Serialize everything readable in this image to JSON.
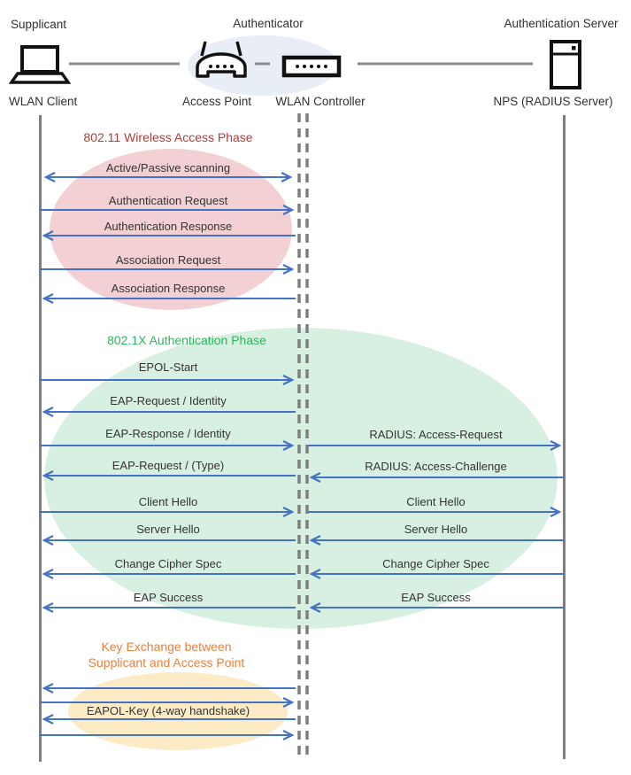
{
  "colors": {
    "arrow_blue": "#4472C4",
    "lifeline_gray": "#7F7F7F",
    "connector_gray": "#8C8C8C",
    "phase1_title": "#B43B38",
    "phase1_ellipse": "#F3D0D4",
    "phase2_title": "#2FB45F",
    "phase2_ellipse": "#D8F0E1",
    "phase3_title": "#E8813E",
    "phase3_ellipse": "#FDEBC5",
    "authenticator_ellipse": "#E9EDF6"
  },
  "actors": {
    "supplicant_role": "Supplicant",
    "supplicant_device": "WLAN Client",
    "authenticator_role": "Authenticator",
    "access_point": "Access Point",
    "wlan_controller": "WLAN Controller",
    "server_role": "Authentication Server",
    "server_device": "NPS (RADIUS Server)"
  },
  "phases": {
    "p1_title": "802.11 Wireless Access Phase",
    "p2_title": "802.1X Authentication Phase",
    "p3_title_line1": "Key Exchange between",
    "p3_title_line2": "Supplicant and Access Point"
  },
  "messages_left": [
    {
      "label": "Active/Passive scanning",
      "direction": "both"
    },
    {
      "label": "Authentication Request",
      "direction": "right"
    },
    {
      "label": "Authentication Response",
      "direction": "left"
    },
    {
      "label": "Association Request",
      "direction": "right"
    },
    {
      "label": "Association Response",
      "direction": "left"
    },
    {
      "label": "EPOL-Start",
      "direction": "right"
    },
    {
      "label": "EAP-Request / Identity",
      "direction": "left"
    },
    {
      "label": "EAP-Response / Identity",
      "direction": "right"
    },
    {
      "label": "EAP-Request / (Type)",
      "direction": "left"
    },
    {
      "label": "Client Hello",
      "direction": "right"
    },
    {
      "label": "Server Hello",
      "direction": "left"
    },
    {
      "label": "Change Cipher Spec",
      "direction": "left"
    },
    {
      "label": "EAP Success",
      "direction": "left"
    },
    {
      "label": "EAPOL-Key (4-way handshake)",
      "direction": "both"
    }
  ],
  "messages_right": [
    {
      "label": "RADIUS: Access-Request",
      "direction": "right"
    },
    {
      "label": "RADIUS: Access-Challenge",
      "direction": "left"
    },
    {
      "label": "Client Hello",
      "direction": "right"
    },
    {
      "label": "Server Hello",
      "direction": "left"
    },
    {
      "label": "Change Cipher Spec",
      "direction": "left"
    },
    {
      "label": "EAP Success",
      "direction": "left"
    }
  ]
}
